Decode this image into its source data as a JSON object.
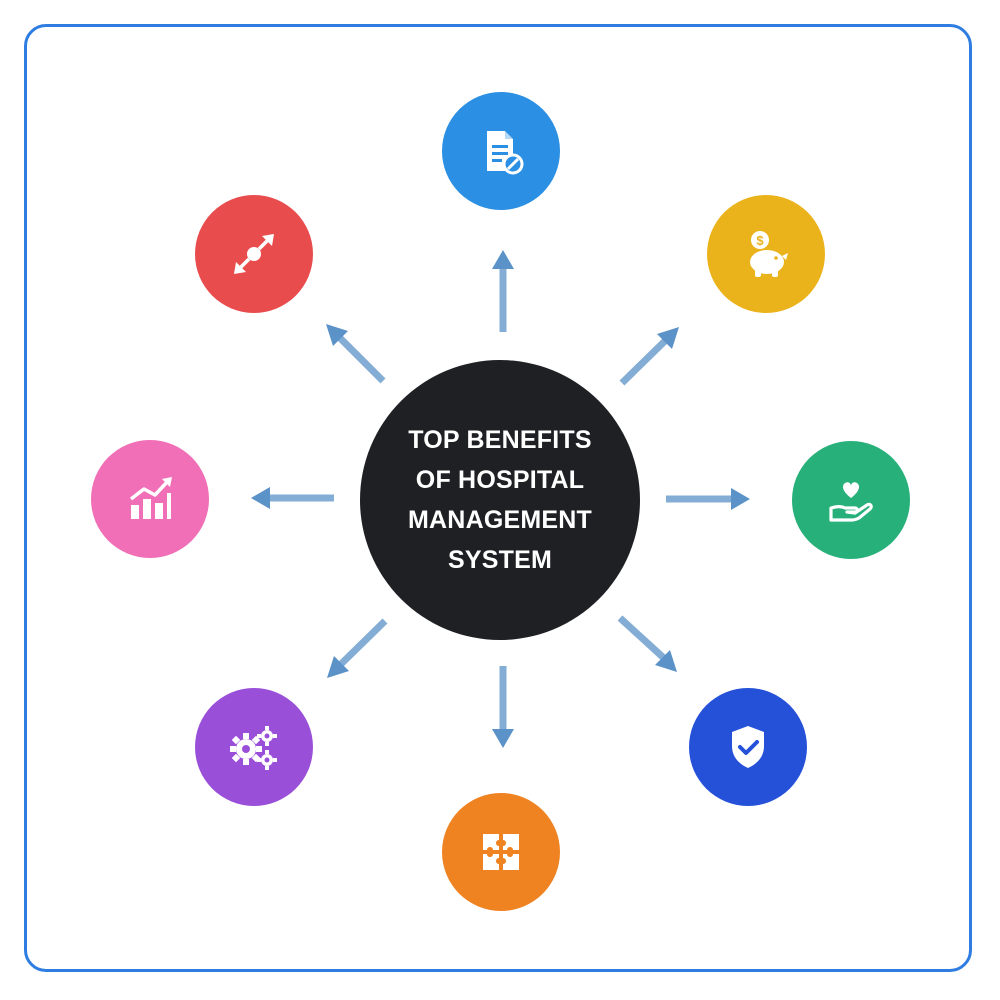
{
  "center": {
    "title": "TOP BENEFITS OF HOSPITAL MANAGEMENT SYSTEM",
    "color": "#1f2024"
  },
  "nodes": [
    {
      "name": "document-node",
      "icon": "document-block-icon",
      "color": "#2b8fe3"
    },
    {
      "name": "savings-node",
      "icon": "piggy-bank-icon",
      "color": "#ebb31b"
    },
    {
      "name": "care-node",
      "icon": "heart-hand-icon",
      "color": "#27b07a"
    },
    {
      "name": "security-node",
      "icon": "shield-check-icon",
      "color": "#2451d8"
    },
    {
      "name": "integration-node",
      "icon": "puzzle-icon",
      "color": "#ef8322"
    },
    {
      "name": "automation-node",
      "icon": "gears-icon",
      "color": "#9a4fd9"
    },
    {
      "name": "growth-node",
      "icon": "growth-chart-icon",
      "color": "#f06fb6"
    },
    {
      "name": "scalability-node",
      "icon": "expand-arrows-icon",
      "color": "#e84c4c"
    }
  ],
  "colors": {
    "frame": "#2f7de1",
    "arrow": "#5b92c7"
  }
}
